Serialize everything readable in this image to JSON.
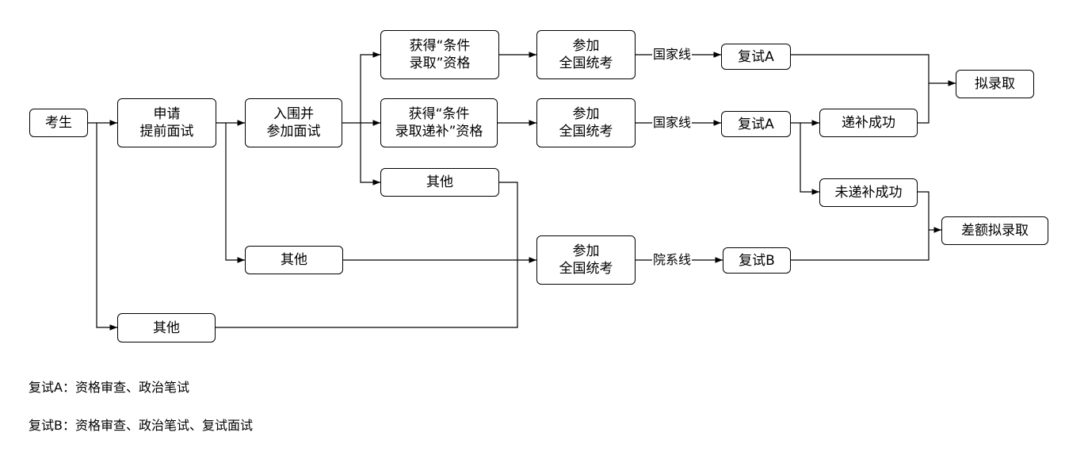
{
  "nodes": {
    "kaosheng": "考生",
    "shenqing": "申请\n提前面试",
    "ruwei": "入围并\n参加面试",
    "tiaojian": "获得“条件\n录取”资格",
    "dibu": "获得“条件\n录取递补”资格",
    "qita1": "其他",
    "qita2": "其他",
    "qita3": "其他",
    "tongkao1": "参加\n全国统考",
    "tongkao2": "参加\n全国统考",
    "tongkao3": "参加\n全国统考",
    "fushiA1": "复试A",
    "fushiA2": "复试A",
    "fushiB": "复试B",
    "dibuchenggong": "递补成功",
    "weidibu": "未递补成功",
    "nilu": "拟录取",
    "chae": "差额拟录取"
  },
  "edge_labels": {
    "guojiaxian1": "国家线",
    "guojiaxian2": "国家线",
    "yuanxixian": "院系线"
  },
  "notes": {
    "fushiA": "复试A：资格审查、政治笔试",
    "fushiB": "复试B：资格审查、政治笔试、复试面试"
  }
}
